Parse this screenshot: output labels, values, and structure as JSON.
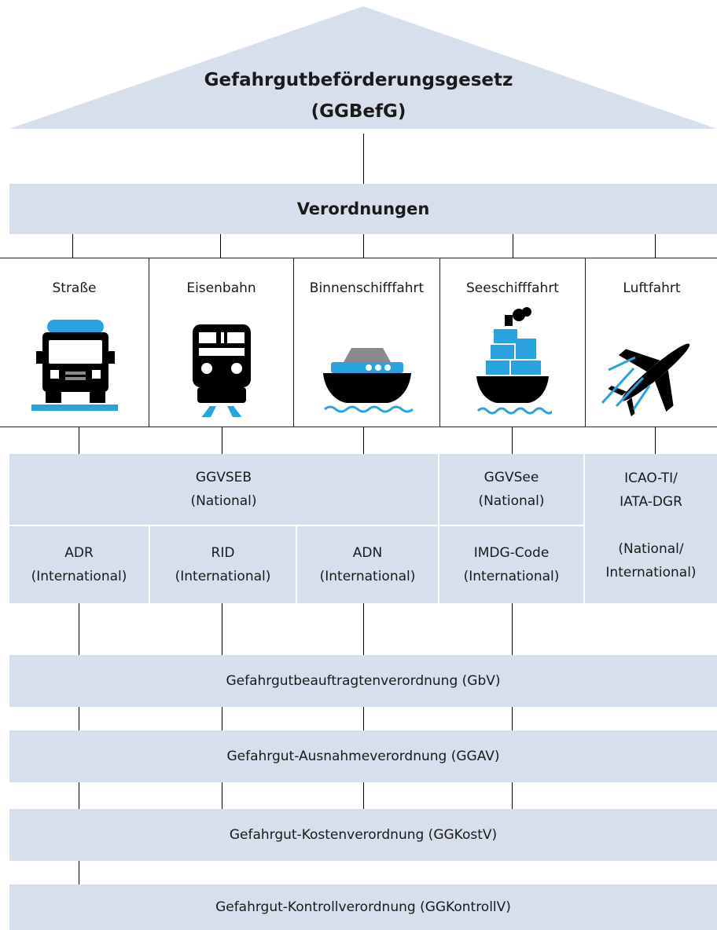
{
  "roof": {
    "title": "Gefahrgutbeförderungsgesetz",
    "subtitle": "(GGBefG)"
  },
  "verordnungen": "Verordnungen",
  "modes": [
    {
      "label": "Straße",
      "icon": "truck-icon"
    },
    {
      "label": "Eisenbahn",
      "icon": "train-icon"
    },
    {
      "label": "Binnenschifffahrt",
      "icon": "river-boat-icon"
    },
    {
      "label": "Seeschifffahrt",
      "icon": "cargo-ship-icon"
    },
    {
      "label": "Luftfahrt",
      "icon": "airplane-icon"
    }
  ],
  "regulations": {
    "ggvseb": {
      "line1": "GGVSEB",
      "line2": "(National)"
    },
    "ggvsee": {
      "line1": "GGVSee",
      "line2": "(National)"
    },
    "icao": {
      "line1": "ICAO-TI/",
      "line2": "IATA-DGR",
      "line3": "(National/",
      "line4": "International)"
    },
    "adr": {
      "line1": "ADR",
      "line2": "(International)"
    },
    "rid": {
      "line1": "RID",
      "line2": "(International)"
    },
    "adn": {
      "line1": "ADN",
      "line2": "(International)"
    },
    "imdg": {
      "line1": "IMDG-Code",
      "line2": "(International)"
    }
  },
  "ordinances": [
    "Gefahrgutbeauftragtenverordnung (GbV)",
    "Gefahrgut-Ausnahmeverordnung (GGAV)",
    "Gefahrgut-Kostenverordnung (GGKostV)",
    "Gefahrgut-Kontrollverordnung (GGKontrollV)"
  ],
  "colors": {
    "band": "#d6dfeb",
    "accent": "#29a3e0",
    "icon": "#000000",
    "roof_gray": "#8a8a8a"
  }
}
